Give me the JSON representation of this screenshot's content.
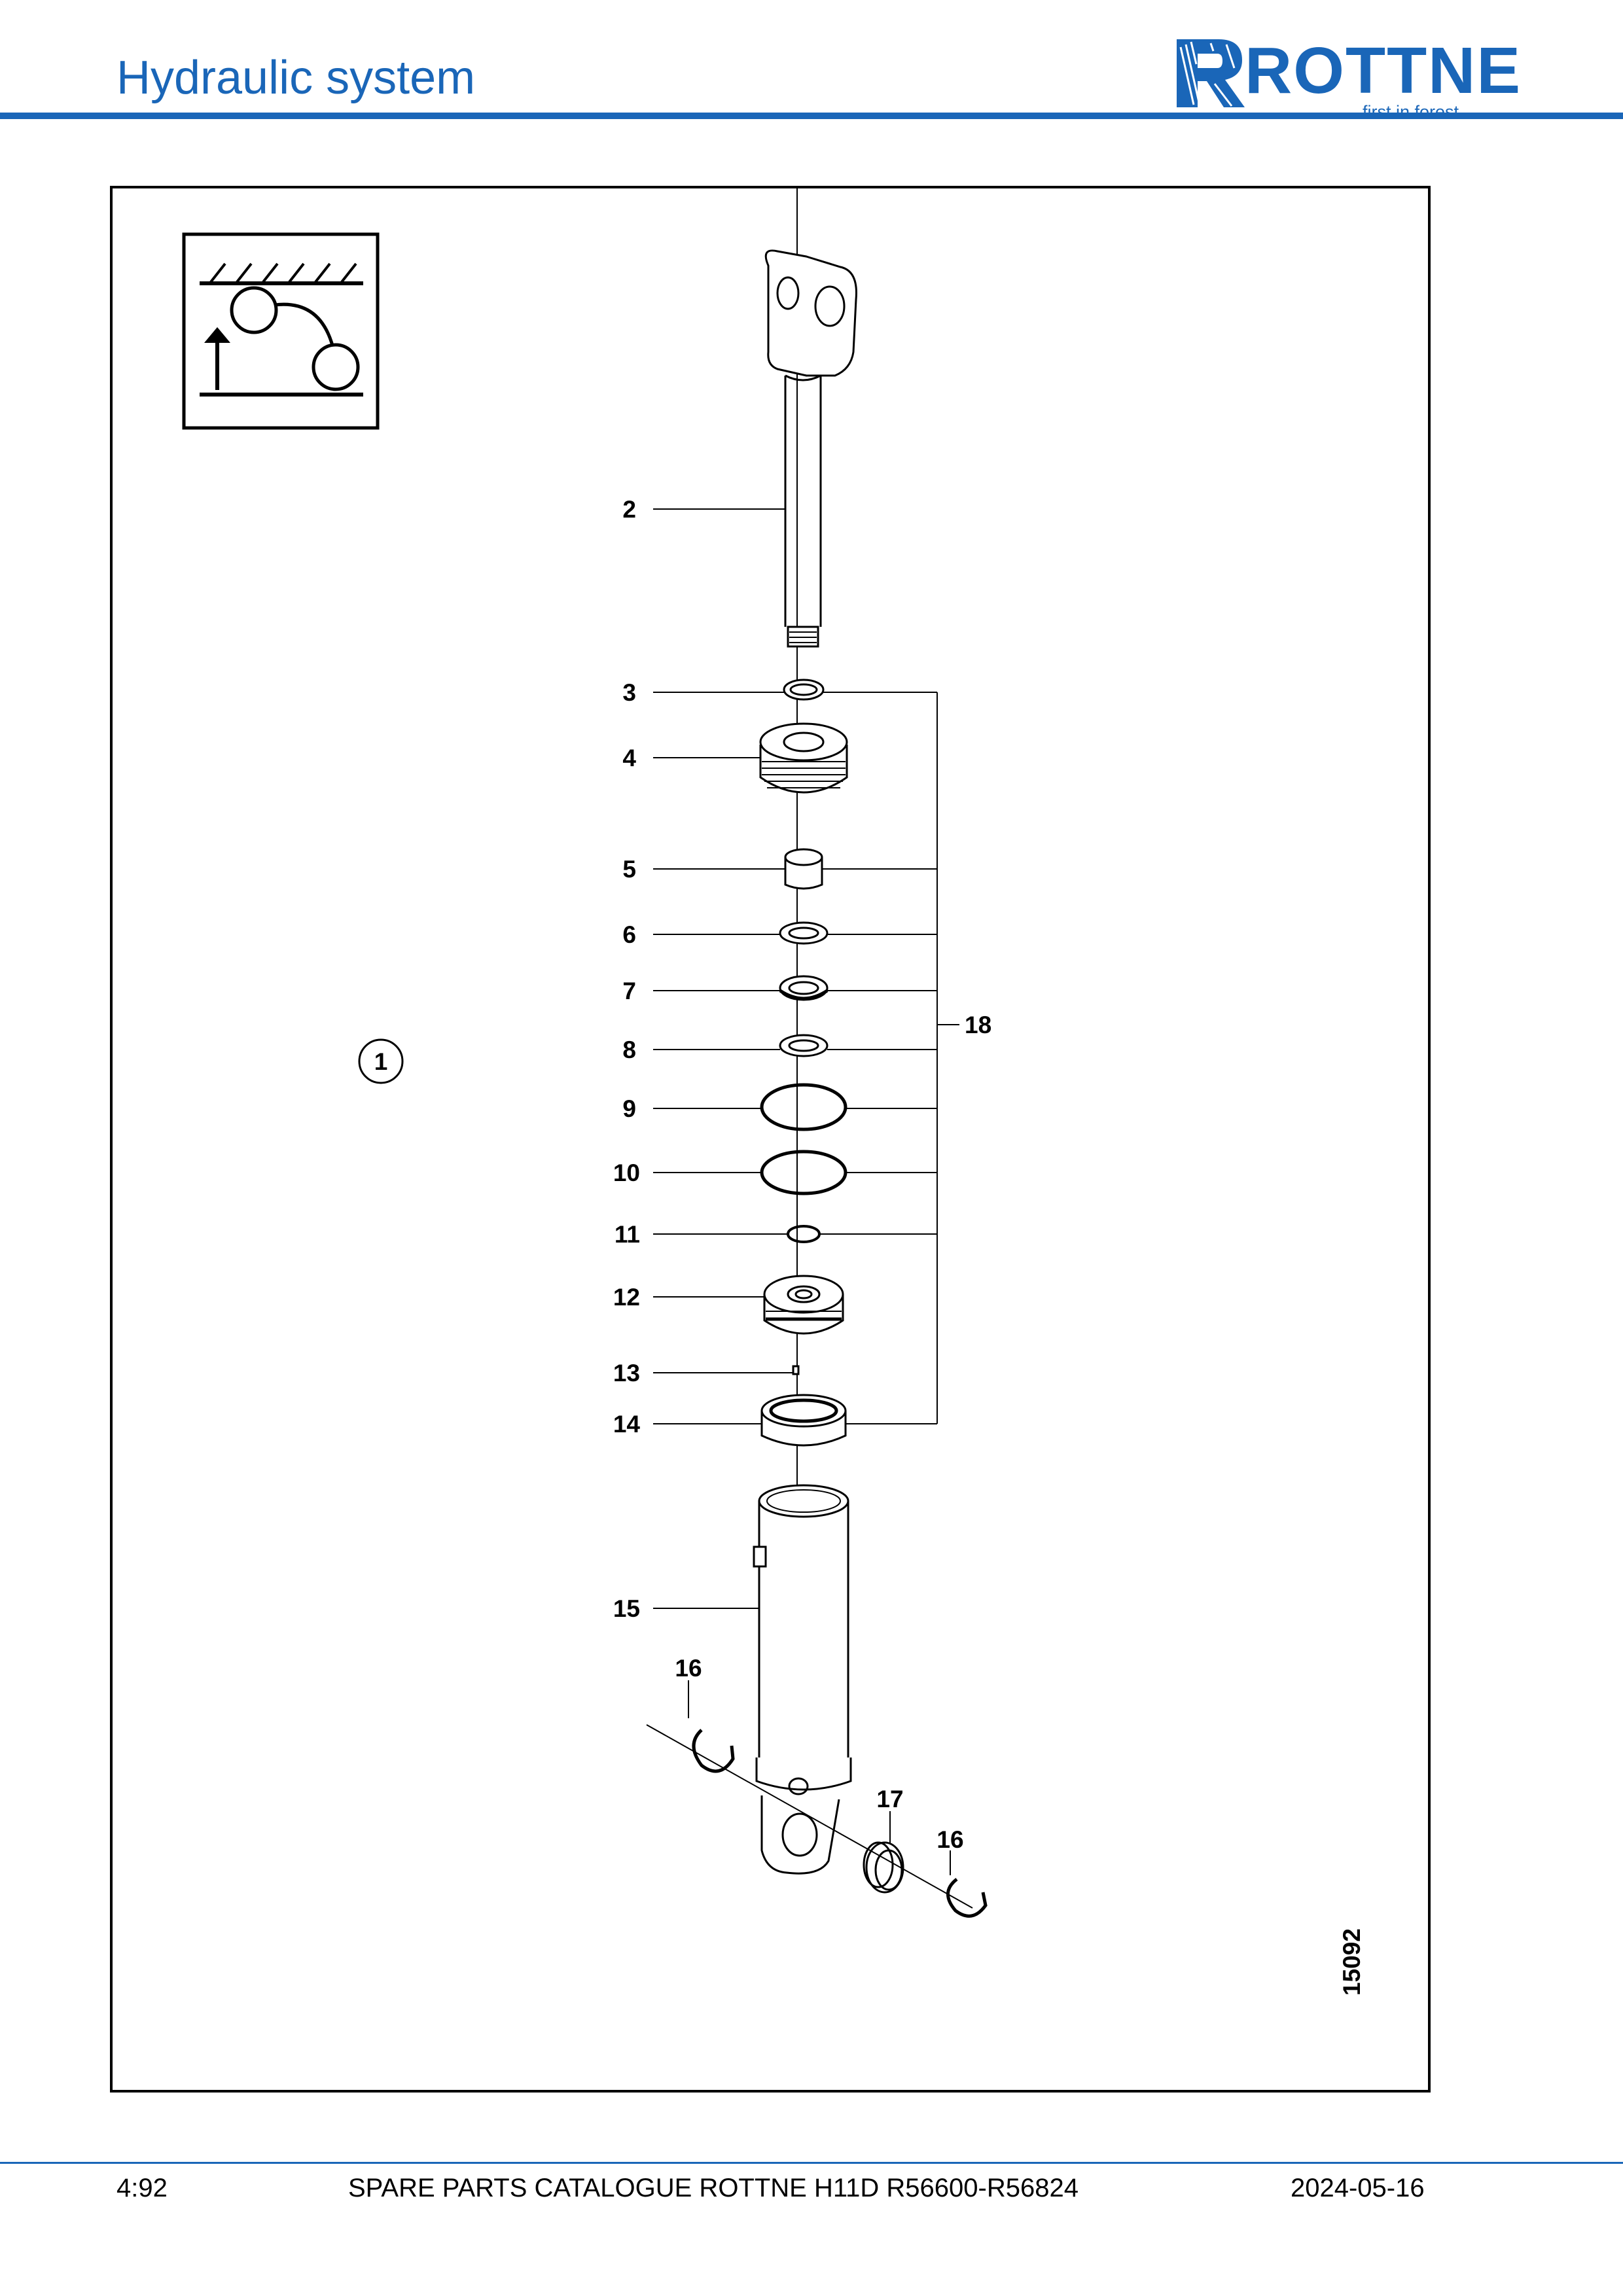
{
  "header": {
    "title": "Hydraulic system",
    "brand": "ROTTNE",
    "tagline": "first in forest"
  },
  "figure": {
    "callouts": {
      "c1": "1",
      "c2": "2",
      "c3": "3",
      "c4": "4",
      "c5": "5",
      "c6": "6",
      "c7": "7",
      "c8": "8",
      "c9": "9",
      "c10": "10",
      "c11": "11",
      "c12": "12",
      "c13": "13",
      "c14": "14",
      "c15": "15",
      "c16a": "16",
      "c16b": "16",
      "c17": "17",
      "c18": "18"
    },
    "drawing_number": "15092",
    "symbol_icon": "boom-lift-cylinder-icon"
  },
  "footer": {
    "page": "4:92",
    "catalogue": "SPARE PARTS CATALOGUE ROTTNE H11D R56600-R56824",
    "date": "2024-05-16"
  },
  "colors": {
    "brand_blue": "#1a66b8",
    "line": "#000000"
  }
}
